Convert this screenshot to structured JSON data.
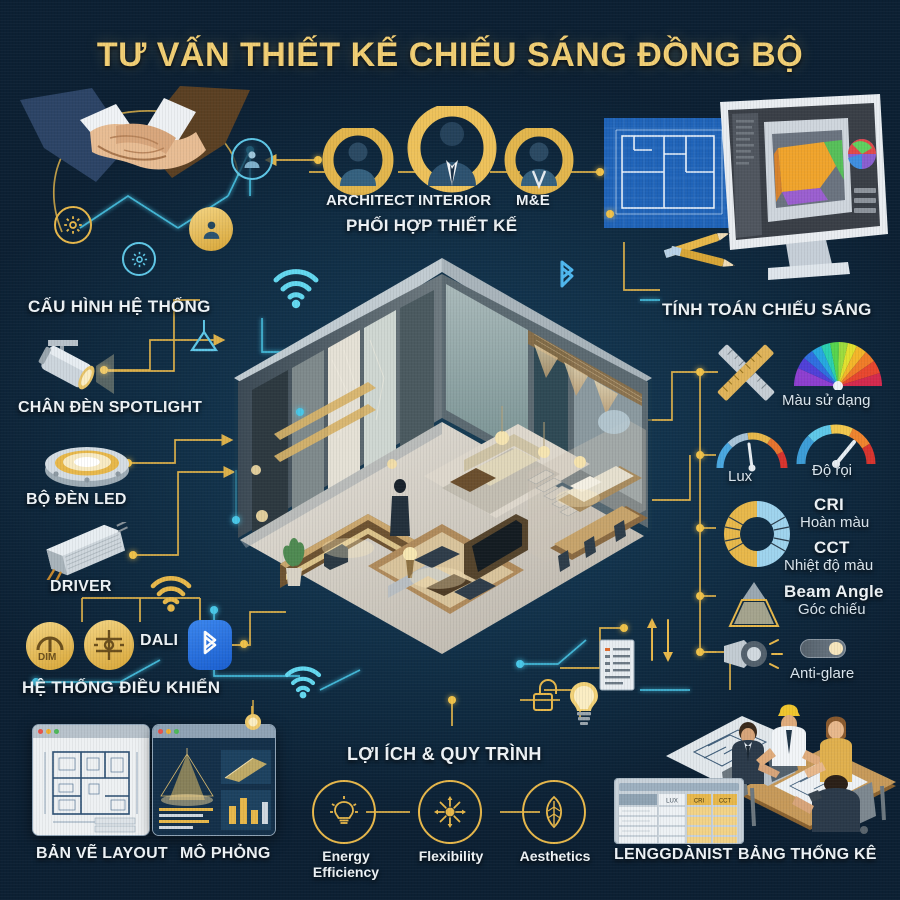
{
  "title": "TƯ VẤN THIẾT KẾ CHIẾU SÁNG ĐỒNG BỘ",
  "colors": {
    "background": "#0f2a40",
    "gold": "#e8b84b",
    "title_gold": "#f2cf74",
    "cyan": "#5fc8e8",
    "bluetooth_blue": "#1f6fe0",
    "text_white": "#eef3f7"
  },
  "sections": {
    "system_config": {
      "label": "CẤU HÌNH HỆ THỐNG"
    },
    "design_coordination": {
      "label": "PHỐI HỢP THIẾT KẾ"
    },
    "lighting_calculation": {
      "label": "TÍNH TOÁN CHIẾU SÁNG"
    },
    "benefits_process": {
      "label": "LỢI ÍCH & QUY TRÌNH"
    }
  },
  "roles": [
    {
      "label": "ARCHITECT",
      "icon": "person-avatar-icon"
    },
    {
      "label": "INTERIOR",
      "icon": "person-suit-avatar-icon"
    },
    {
      "label": "M&E",
      "icon": "person-avatar-icon"
    }
  ],
  "equipment": [
    {
      "label": "CHÂN ĐÈN SPOTLIGHT",
      "icon": "spotlight-icon"
    },
    {
      "label": "BỘ ĐÈN LED",
      "icon": "led-downlight-icon"
    },
    {
      "label": "DRIVER",
      "icon": "led-driver-icon"
    }
  ],
  "control": {
    "label": "HỆ THỐNG ĐIỀU KHIỂN",
    "protocols": [
      {
        "label": "DIM",
        "icon": "dimmer-icon"
      },
      {
        "label": "DALI",
        "icon": "dali-icon"
      },
      {
        "label": "",
        "icon": "bluetooth-icon"
      }
    ]
  },
  "metrics": [
    {
      "label": "Màu sử dạng",
      "icon": "color-wheel-gauge-icon",
      "tool_icon": "rulers-icon"
    },
    {
      "label": "Lux",
      "icon": "lux-gauge-icon"
    },
    {
      "label": "Độ rọi",
      "icon": "illuminance-gauge-icon"
    },
    {
      "label": "CRI",
      "sub": "Hoàn màu",
      "icon": "cri-donut-icon"
    },
    {
      "label": "CCT",
      "sub": "Nhiệt độ màu",
      "icon": "cct-donut-icon"
    },
    {
      "label": "Beam Angle",
      "sub": "Góc chiếu",
      "icon": "beam-angle-icon"
    },
    {
      "label": "Anti-glare",
      "icon": "anti-glare-icon",
      "toggle": "on"
    }
  ],
  "deliverables": [
    {
      "label": "BẢN VẼ LAYOUT",
      "icon": "floorplan-window-icon"
    },
    {
      "label": "MÔ PHỎNG",
      "icon": "simulation-window-icon"
    },
    {
      "label": "LENGGDÀNIST",
      "icon": "spec-table-icon"
    },
    {
      "label": "BẢNG THỐNG KÊ",
      "icon": "meeting-team-icon"
    }
  ],
  "benefits": [
    {
      "label": "Energy Efficiency",
      "icon": "lightbulb-icon"
    },
    {
      "label": "Flexibility",
      "icon": "flexibility-arrows-icon"
    },
    {
      "label": "Aesthetics",
      "icon": "leaf-icon"
    }
  ],
  "spec_table": {
    "headers": [
      "",
      "LUX",
      "CRI",
      "CCT"
    ],
    "rows": [
      [
        "",
        "",
        "",
        ""
      ],
      [
        "",
        "",
        "",
        ""
      ],
      [
        "",
        "",
        "",
        ""
      ],
      [
        "",
        "",
        "",
        ""
      ]
    ]
  }
}
